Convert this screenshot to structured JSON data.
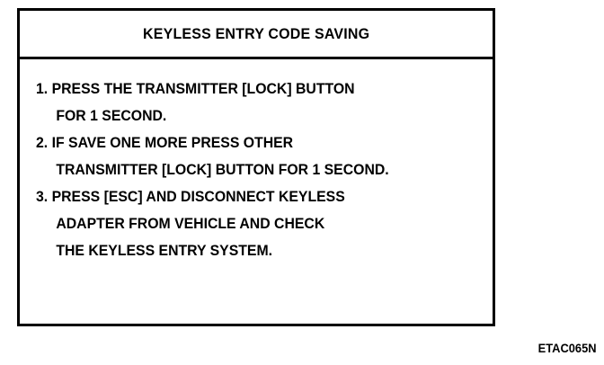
{
  "screen": {
    "title": "KEYLESS ENTRY CODE SAVING",
    "lines": [
      "1.  PRESS THE TRANSMITTER  [LOCK]  BUTTON",
      "FOR 1 SECOND.",
      "2. IF SAVE ONE MORE PRESS OTHER",
      "TRANSMITTER [LOCK] BUTTON FOR 1 SECOND.",
      "3. PRESS [ESC] AND DISCONNECT KEYLESS",
      "ADAPTER FROM VEHICLE AND CHECK",
      "THE KEYLESS ENTRY SYSTEM."
    ]
  },
  "figure_code": "ETAC065N"
}
